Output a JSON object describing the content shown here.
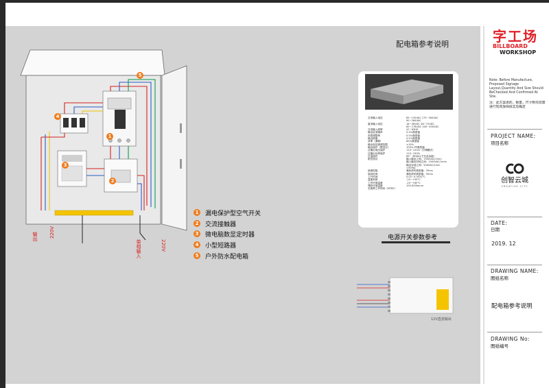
{
  "brand": {
    "logo_cn": "字工场",
    "logo_line1": "BILLBOARD",
    "logo_line2": "WORKSHOP",
    "client_logo_cn": "创智云城",
    "client_logo_en": "CREATIVE CITY"
  },
  "main": {
    "panel_title": "配电箱参考说明",
    "spec_title": "电源开关参数参考",
    "wiring_caption": "12V直流输出"
  },
  "diagram": {
    "callouts": [
      "1",
      "2",
      "3",
      "4",
      "5"
    ],
    "wire_labels": {
      "output": "输出",
      "v220_left": "220V",
      "single_phase_input": "单相输入",
      "v220_right": "220V"
    }
  },
  "legend": [
    {
      "num": "1",
      "text": "漏电保护型空气开关"
    },
    {
      "num": "2",
      "text": "交流接触器"
    },
    {
      "num": "3",
      "text": "微电脑数显定时器"
    },
    {
      "num": "4",
      "text": "小型短路器"
    },
    {
      "num": "5",
      "text": "户外防水配电箱"
    }
  ],
  "spec_table": [
    {
      "k": "交流输入电压",
      "v": "85~130VAC 170~264VAC"
    },
    {
      "k": "",
      "v": "90~264VAC"
    },
    {
      "k": "直流输入电压",
      "v": "18~36VDC 36~72VDC"
    },
    {
      "k": "",
      "v": "85~176VDC 200~450VDC"
    },
    {
      "k": "交流输入频率",
      "v": "47~63HZ"
    },
    {
      "k": "输出纹波噪声",
      "v": "0.5%典型值"
    },
    {
      "k": "负载调整率",
      "v": "0.5%典型值"
    },
    {
      "k": "输出精度",
      "v": "0.5%典型值"
    },
    {
      "k": "效率（满载）",
      "v": "85%典型值"
    },
    {
      "k": "输出电压微调范围",
      "v": "±10%"
    },
    {
      "k": "输出保护（限流点）",
      "v": "105%-PP典型值"
    },
    {
      "k": "过输出电压保护",
      "v": "115~135%（打嗝模式）"
    },
    {
      "k": "过输出功率保护",
      "v": "115~150%"
    },
    {
      "k": "过温保护",
      "v": "85°（60W以下无此功能）"
    },
    {
      "k": "耐压测试",
      "v": "输入输出之间：1500VAC/1min"
    },
    {
      "k": "",
      "v": "输入输出对地之间：1500VAC/1min"
    },
    {
      "k": "",
      "v": "输出对地之间：500VAC/1min"
    },
    {
      "k": "",
      "v": ">50MΩ"
    },
    {
      "k": "绝缘电阻",
      "v": "满负荷时典型值：20ms"
    },
    {
      "k": "保持时间",
      "v": "满负荷时典型值：50ms"
    },
    {
      "k": "上升时间",
      "v": "0.02~0.05%/°C"
    },
    {
      "k": "温度系数",
      "v": "-10~+50°C"
    },
    {
      "k": "工作环境温度",
      "v": "-20~+85°C"
    },
    {
      "k": "储存环境温度",
      "v": "100,000hours"
    },
    {
      "k": "无故障工作时间（MTBF）",
      "v": ""
    }
  ],
  "title_block": {
    "note_en": "Note: Before Manufacture, Proposed Signage Layout,Quantity And Size Should BeChecked And Confirmed At Site.",
    "note_cn": "注：此方案虑的，数量，尺寸制作前需进行现场放样核实及确定",
    "project_label": "PROJECT NAME:",
    "project_sub": "项目名称",
    "date_label": "DATE:",
    "date_sub": "日期",
    "date_value": "2019. 12",
    "drawing_label": "DRAWING NAME:",
    "drawing_sub": "图纸名称",
    "drawing_value": "配电箱参考说明",
    "drawing_no_label": "DRAWING No:",
    "drawing_no_sub": "图纸编号"
  }
}
